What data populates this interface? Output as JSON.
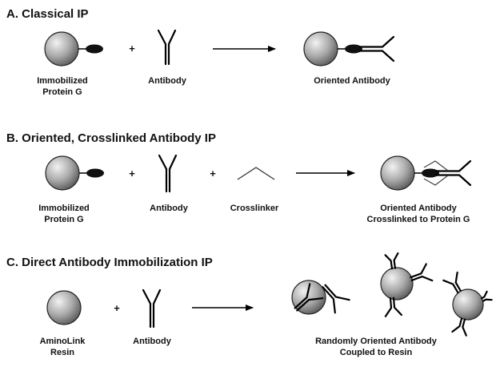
{
  "sections": [
    {
      "title": "A.  Classical IP",
      "labels": {
        "protein_g_line1": "Immobilized",
        "protein_g_line2": "Protein G",
        "antibody": "Antibody",
        "result": "Oriented Antibody"
      }
    },
    {
      "title": "B.  Oriented, Crosslinked Antibody IP",
      "labels": {
        "protein_g_line1": "Immobilized",
        "protein_g_line2": "Protein G",
        "antibody": "Antibody",
        "crosslinker": "Crosslinker",
        "result_line1": "Oriented Antibody",
        "result_line2": "Crosslinked to Protein G"
      }
    },
    {
      "title": "C.  Direct Antibody Immobilization IP",
      "labels": {
        "resin_line1": "AminoLink",
        "resin_line2": "Resin",
        "antibody": "Antibody",
        "result_line1": "Randomly Oriented Antibody",
        "result_line2": "Coupled to Resin"
      }
    }
  ],
  "plus_symbol": "+",
  "colors": {
    "bead_light": "#f2f2f2",
    "bead_dark": "#555555",
    "stroke": "#000000"
  }
}
